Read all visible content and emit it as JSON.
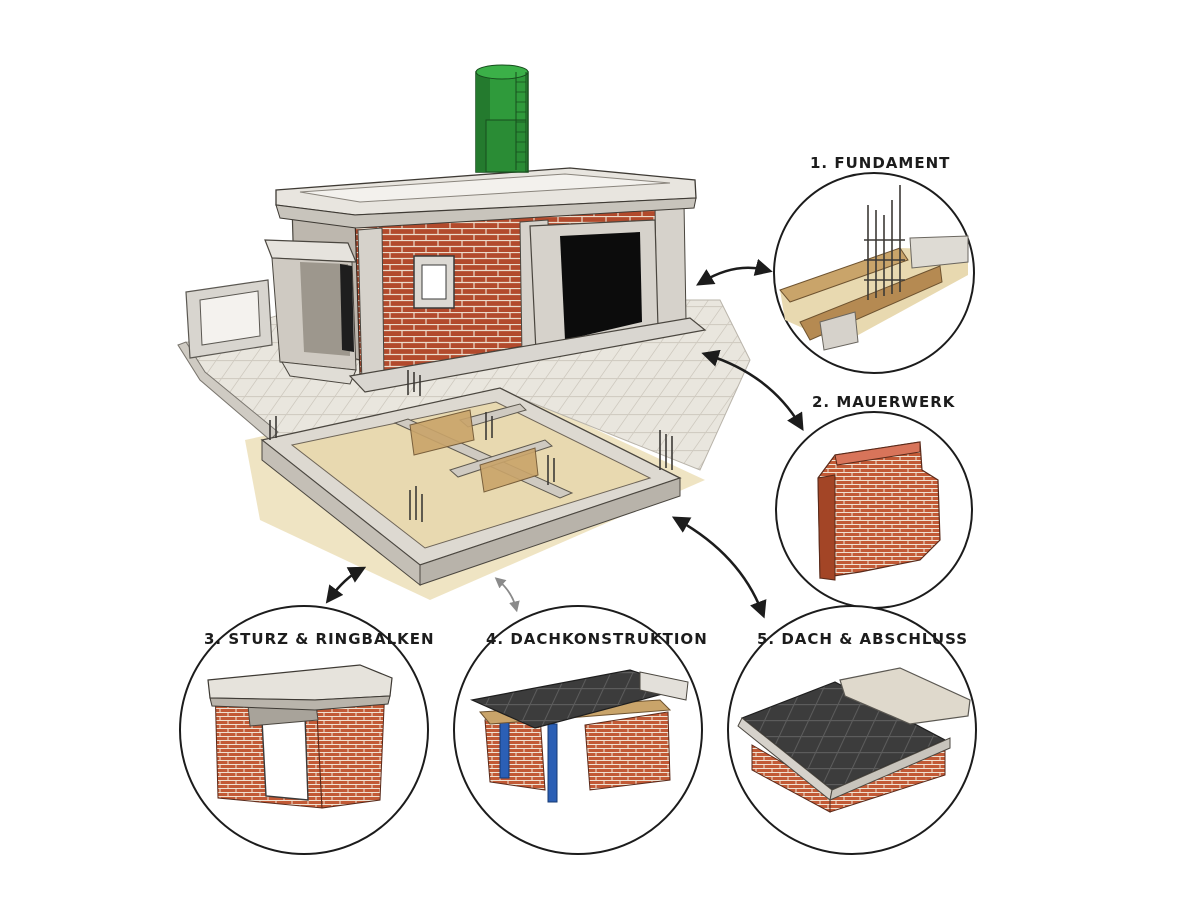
{
  "steps": [
    {
      "label": "1. FUNDAMENT"
    },
    {
      "label": "2. MAUERWERK"
    },
    {
      "label": "3. STURZ & RINGBALKEN"
    },
    {
      "label": "4. DACHKONSTRUKTION"
    },
    {
      "label": "5. DACH & ABSCHLUSS"
    }
  ],
  "colors": {
    "brick": "#b24a2c",
    "mortar": "#e8ddd0",
    "concrete": "#d9d6d0",
    "roof_membrane": "#3a3a3a",
    "silo": "#2f9a3b",
    "steel_post": "#2b5fb5",
    "sand": "#e8d9b0",
    "paving": "#e7e4dc",
    "outline": "#1c1c1c"
  }
}
